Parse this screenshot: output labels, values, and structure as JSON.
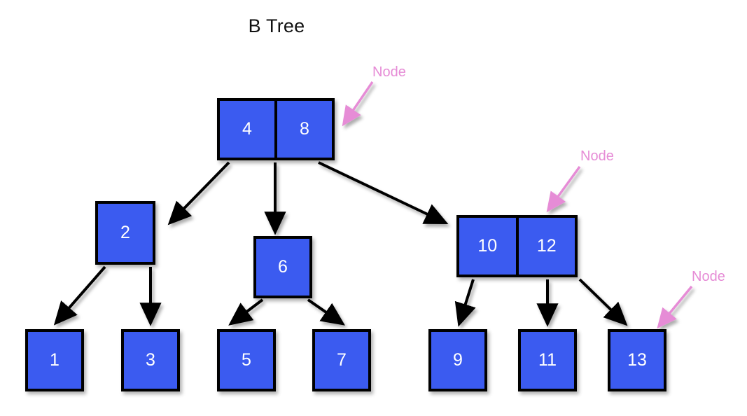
{
  "title": "B Tree",
  "colors": {
    "node_fill": "#3b5bf0",
    "node_border": "#000000",
    "node_text": "#ffffff",
    "annotation": "#e68cd6",
    "edge": "#000000",
    "background": "#ffffff",
    "title_text": "#111111"
  },
  "tree": {
    "root": {
      "keys": [
        "4",
        "8"
      ]
    },
    "level2": [
      {
        "keys": [
          "2"
        ]
      },
      {
        "keys": [
          "6"
        ]
      },
      {
        "keys": [
          "10",
          "12"
        ]
      }
    ],
    "leaves": [
      {
        "keys": [
          "1"
        ]
      },
      {
        "keys": [
          "3"
        ]
      },
      {
        "keys": [
          "5"
        ]
      },
      {
        "keys": [
          "7"
        ]
      },
      {
        "keys": [
          "9"
        ]
      },
      {
        "keys": [
          "11"
        ]
      },
      {
        "keys": [
          "13"
        ]
      }
    ]
  },
  "annotations": [
    {
      "label": "Node",
      "target": "root-node"
    },
    {
      "label": "Node",
      "target": "node-10-12"
    },
    {
      "label": "Node",
      "target": "leaf-13"
    }
  ]
}
